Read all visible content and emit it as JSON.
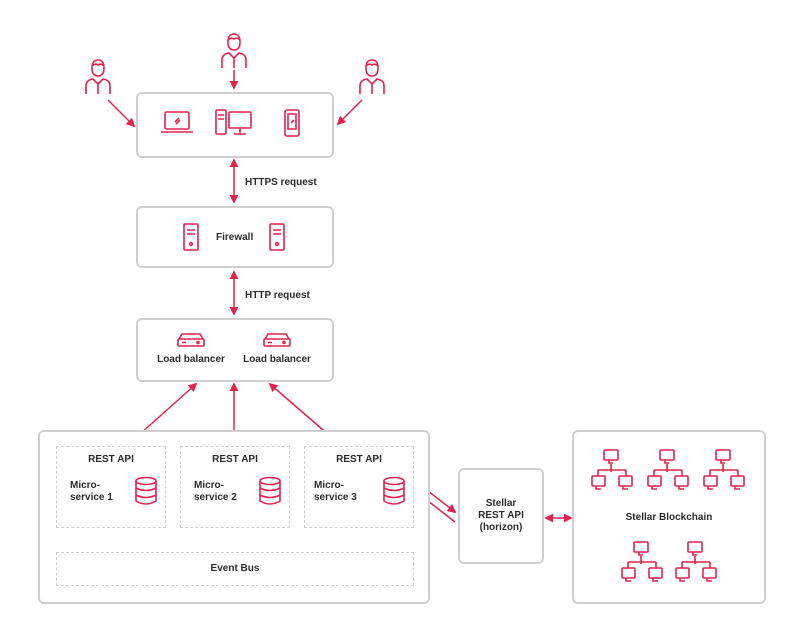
{
  "colors": {
    "accent": "#e0234e",
    "border": "#cfcfcf",
    "text": "#2b2b2b"
  },
  "users": [
    {
      "icon": "user-icon"
    },
    {
      "icon": "user-icon"
    },
    {
      "icon": "user-icon"
    }
  ],
  "devices": [
    "laptop-icon",
    "desktop-computer-icon",
    "smartphone-icon"
  ],
  "connections": {
    "https": "HTTPS request",
    "http": "HTTP request"
  },
  "firewall": {
    "label": "Firewall"
  },
  "load_balancers": [
    "Load balancer",
    "Load balancer"
  ],
  "services": [
    {
      "api": "REST API",
      "name_line1": "Micro-",
      "name_line2": "service 1"
    },
    {
      "api": "REST API",
      "name_line1": "Micro-",
      "name_line2": "service 2"
    },
    {
      "api": "REST API",
      "name_line1": "Micro-",
      "name_line2": "service 3"
    }
  ],
  "event_bus": "Event Bus",
  "stellar_api": {
    "line1": "Stellar",
    "line2": "REST API",
    "line3": "(horizon)"
  },
  "blockchain": {
    "label": "Stellar Blockchain"
  }
}
